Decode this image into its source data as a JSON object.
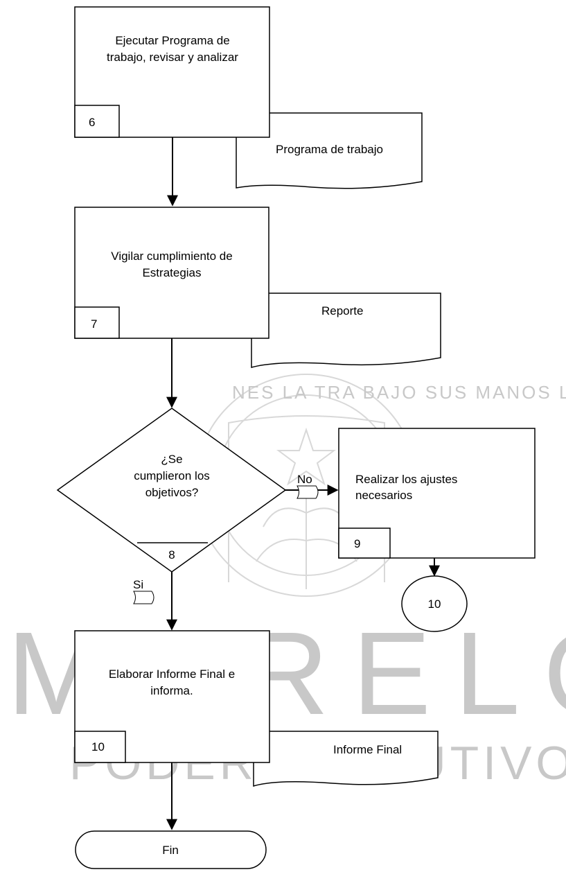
{
  "watermark": {
    "seal_ring_text": "NES LA TRA BAJO SUS MANOS LA TIERRA VOLVERÁ QUIEN",
    "big_text": "MORELOS",
    "sub_text": "PODER EJECUTIVO"
  },
  "steps": {
    "s6": {
      "label_1": "Ejecutar Programa de",
      "label_2": "trabajo, revisar y analizar",
      "number": "6",
      "doc": "Programa de trabajo"
    },
    "s7": {
      "label_1": "Vigilar cumplimiento de",
      "label_2": "Estrategias",
      "number": "7",
      "doc": "Reporte"
    },
    "s8": {
      "label_1": "¿Se",
      "label_2": "cumplieron los",
      "label_3": "objetivos?",
      "number": "8",
      "no": "No",
      "si": "Si"
    },
    "s9": {
      "label_1": "Realizar los ajustes",
      "label_2": "necesarios",
      "number": "9",
      "connector": "10"
    },
    "s10": {
      "label_1": "Elaborar Informe Final e",
      "label_2": "informa.",
      "number": "10",
      "doc": "Informe Final"
    },
    "end": {
      "label": "Fin"
    }
  }
}
